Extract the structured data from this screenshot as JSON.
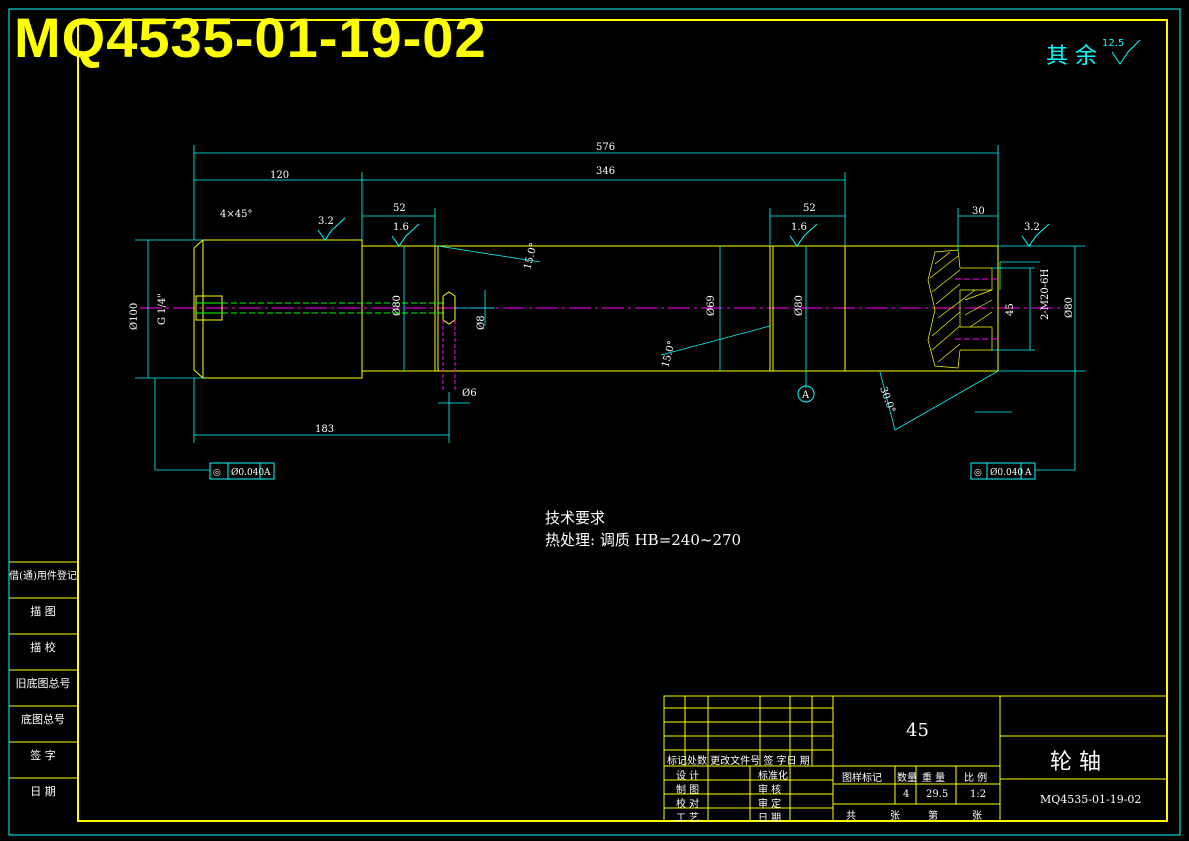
{
  "drawing_number_big": "MQ4535-01-19-02",
  "roughness_note": {
    "label": "其 余",
    "value": "12.5"
  },
  "tech_requirements": {
    "heading": "技术要求",
    "line": "热处理:  调质 HB=240~270"
  },
  "dimensions": {
    "overall": "576",
    "left_section": "120",
    "middle": "346",
    "groove_left": "52",
    "groove_right": "52",
    "right_end": "30",
    "bottom_length": "183",
    "chamfer": "4×45°",
    "left_dia": "Ø100",
    "thread": "G 1/4\"",
    "dia_80_left": "Ø80",
    "dia_80_right": "Ø80",
    "dia_right": "Ø80",
    "dia_middle": "Ø69",
    "small_hole": "Ø8",
    "hole_6": "Ø6",
    "screw_holes": "2-M20-6H",
    "depth_45": "45",
    "angle_15_a": "15.0°",
    "angle_15_b": "15.0°",
    "angle_30": "30.0°",
    "datum": "A"
  },
  "roughness_marks": {
    "a": "3.2",
    "b": "1.6",
    "c": "1.6",
    "d": "3.2"
  },
  "tolerance_frames": {
    "left": {
      "symbol": "◎",
      "value": "Ø0.040",
      "datum": "A"
    },
    "right": {
      "symbol": "◎",
      "value": "Ø0.040",
      "datum": "A"
    }
  },
  "side_table": [
    "借(通)用件登记",
    "描 图",
    "描 校",
    "旧底图总号",
    "底图总号",
    "签 字",
    "日 期"
  ],
  "title_block": {
    "material": "45",
    "part_name": "轮 轴",
    "drawing_no": "MQ4535-01-19-02",
    "revision_header": "标记处数  更改文件号  签  字日 期",
    "design": "设  计",
    "draw": "制  图",
    "check": "校  对",
    "process": "工  艺",
    "standard": "标准化",
    "review": "审  核",
    "approve": "审  定",
    "date": "日  期",
    "stage_header": "图样标记",
    "qty_header": "数量",
    "weight_header": "重 量",
    "scale_header": "比 例",
    "qty": "4",
    "weight": "29.5",
    "scale": "1:2",
    "total": "共",
    "sheets": "张",
    "sheet_no": "第",
    "sheet_unit": "张"
  },
  "colors": {
    "frame": "#ffff00",
    "line": "#00ffff",
    "center": "#ff00ff",
    "hidden": "#00ff00",
    "text": "#ffffff"
  }
}
